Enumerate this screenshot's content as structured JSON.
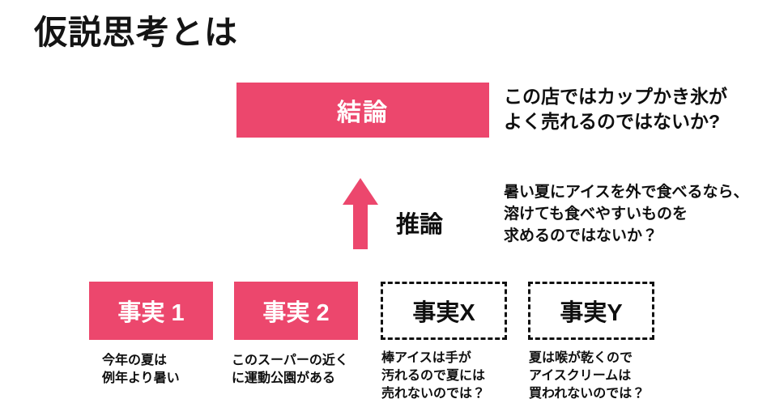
{
  "page": {
    "title": "仮説思考とは"
  },
  "colors": {
    "accent_pink": "#ec476d",
    "text_black": "#0f0f0f",
    "white": "#ffffff"
  },
  "diagram": {
    "conclusion": {
      "box_label": "結論",
      "note_lines": [
        "この店ではカップかき氷が",
        "よく売れるのではないか?"
      ]
    },
    "inference": {
      "label": "推論",
      "arrow_icon": "up-arrow-icon",
      "note_lines": [
        "暑い夏にアイスを外で食べるなら、",
        "溶けても食べやすいものを",
        "求めるのではないか？"
      ]
    },
    "facts": [
      {
        "label": "事実 1",
        "style": "solid",
        "note_lines": [
          "今年の夏は",
          "例年より暑い"
        ]
      },
      {
        "label": "事実 2",
        "style": "solid",
        "note_lines": [
          "このスーパーの近く",
          "に運動公園がある"
        ]
      },
      {
        "label": "事実X",
        "style": "dashed",
        "note_lines": [
          "棒アイスは手が",
          "汚れるので夏には",
          "売れないのでは？"
        ]
      },
      {
        "label": "事実Y",
        "style": "dashed",
        "note_lines": [
          "夏は喉が乾くので",
          "アイスクリームは",
          "買われないのでは？"
        ]
      }
    ]
  }
}
